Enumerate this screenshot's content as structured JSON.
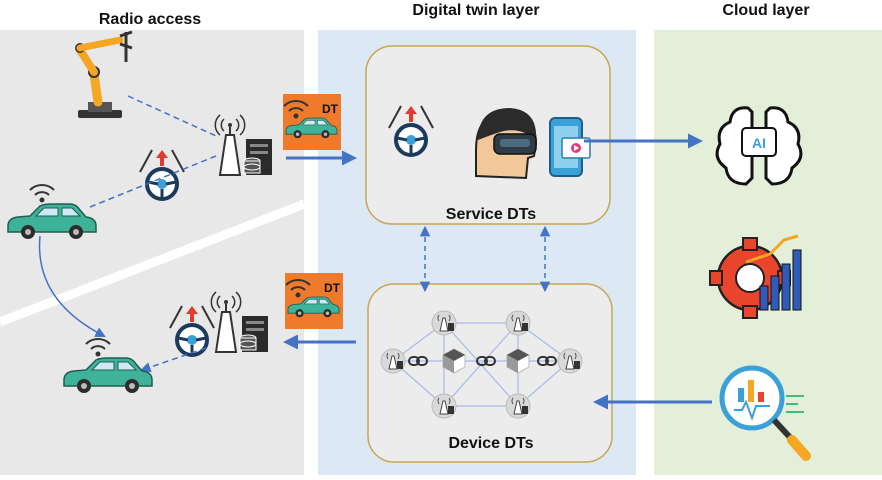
{
  "columns": {
    "radio": "Radio access",
    "twin": "Digital twin layer",
    "cloud": "Cloud layer"
  },
  "twin_boxes": {
    "service": "Service DTs",
    "device": "Device DTs"
  },
  "badges": {
    "top": "DT",
    "bottom": "DT"
  },
  "cloud_icons": {
    "ai_label": "AI"
  },
  "colors": {
    "radio_bg": "#e8e8e8",
    "twin_bg": "#dce8f4",
    "cloud_bg": "#e3efd8",
    "box_bg": "#ececec",
    "box_border": "#c8a552",
    "arrow": "#4472c4",
    "badge": "#f07a2c",
    "car": "#3fb39a"
  }
}
